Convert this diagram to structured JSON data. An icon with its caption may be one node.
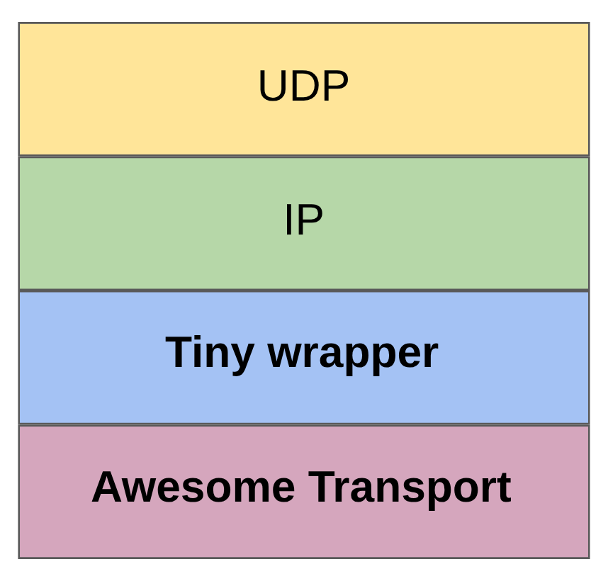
{
  "diagram": {
    "nodes": [
      {
        "text": [
          "UDP"
        ]
      },
      {
        "text": [
          "IP"
        ]
      },
      {
        "text": [
          "Tiny wrapper"
        ]
      },
      {
        "text": [
          "Awesome Transport"
        ]
      }
    ]
  }
}
